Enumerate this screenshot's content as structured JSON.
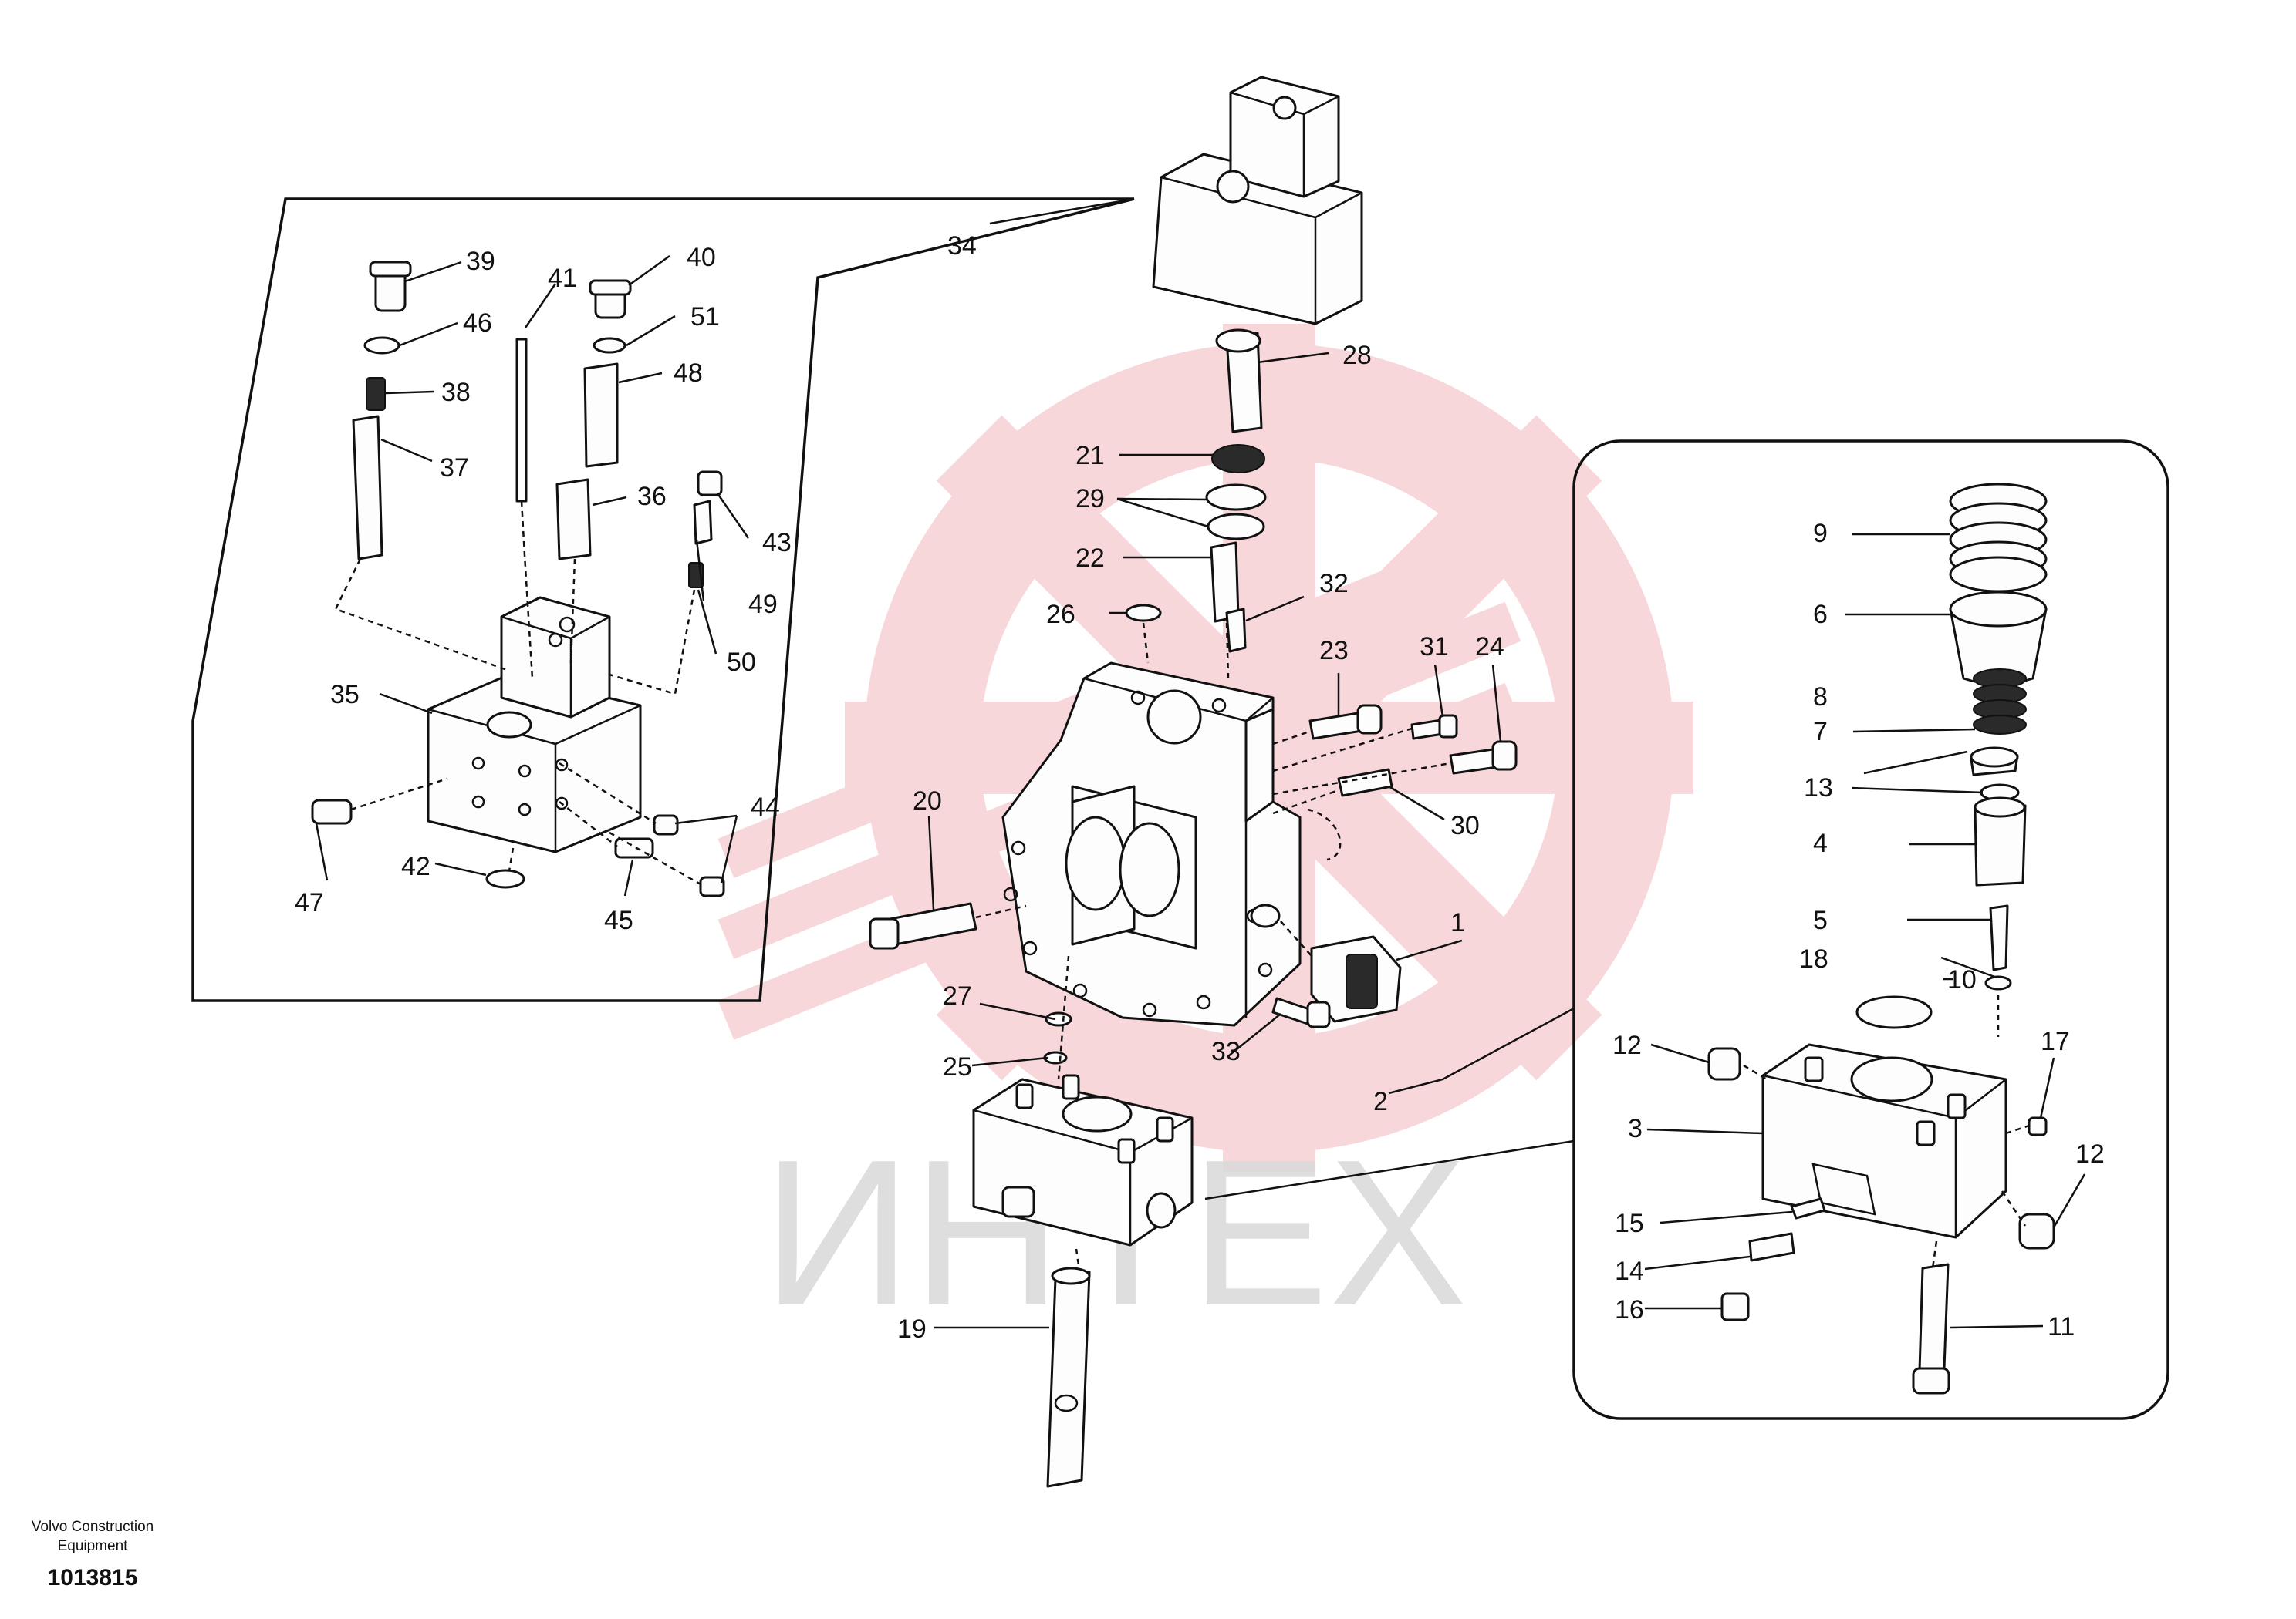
{
  "brand_caption": "Volvo Construction\nEquipment",
  "drawing_number": "1013815",
  "watermark_text": "ИНТЕХ",
  "colors": {
    "line": "#111111",
    "watermark": "#e8808a",
    "watermark_text": "#d9d9d9"
  },
  "part_labels": [
    "1",
    "2",
    "3",
    "4",
    "5",
    "6",
    "7",
    "8",
    "9",
    "10",
    "11",
    "12",
    "12",
    "13",
    "14",
    "15",
    "16",
    "17",
    "18",
    "19",
    "20",
    "21",
    "22",
    "23",
    "24",
    "25",
    "26",
    "27",
    "28",
    "29",
    "30",
    "31",
    "32",
    "33",
    "34",
    "35",
    "36",
    "37",
    "38",
    "39",
    "40",
    "41",
    "42",
    "43",
    "44",
    "45",
    "46",
    "47",
    "48",
    "49",
    "50",
    "51"
  ]
}
